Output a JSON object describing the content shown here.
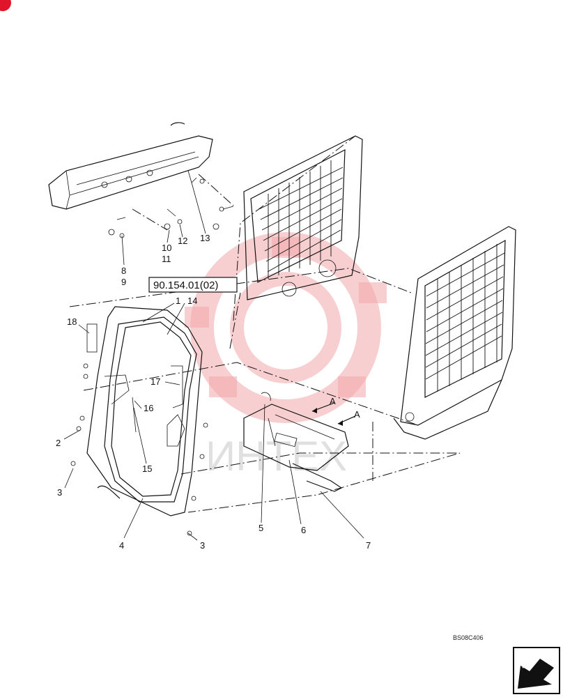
{
  "reference_box": "90.154.01(02)",
  "drawing_code": "BS08C406",
  "watermark_text": "ИНТЕХ",
  "callouts": [
    {
      "id": "c1",
      "label": "1"
    },
    {
      "id": "c14",
      "label": "14"
    },
    {
      "id": "c18",
      "label": "18"
    },
    {
      "id": "c17",
      "label": "17"
    },
    {
      "id": "c16",
      "label": "16"
    },
    {
      "id": "c15",
      "label": "15"
    },
    {
      "id": "c2",
      "label": "2"
    },
    {
      "id": "c3a",
      "label": "3"
    },
    {
      "id": "c3b",
      "label": "3"
    },
    {
      "id": "c4",
      "label": "4"
    },
    {
      "id": "c5",
      "label": "5"
    },
    {
      "id": "c6",
      "label": "6"
    },
    {
      "id": "c7",
      "label": "7"
    },
    {
      "id": "c8",
      "label": "8"
    },
    {
      "id": "c9",
      "label": "9"
    },
    {
      "id": "c10",
      "label": "10"
    },
    {
      "id": "c11",
      "label": "11"
    },
    {
      "id": "c12",
      "label": "12"
    },
    {
      "id": "c13",
      "label": "13"
    }
  ],
  "view_markers": [
    "A",
    "A"
  ],
  "colors": {
    "line": "#111111",
    "watermark": "#f3a7ac",
    "badge": "#e0142a"
  }
}
